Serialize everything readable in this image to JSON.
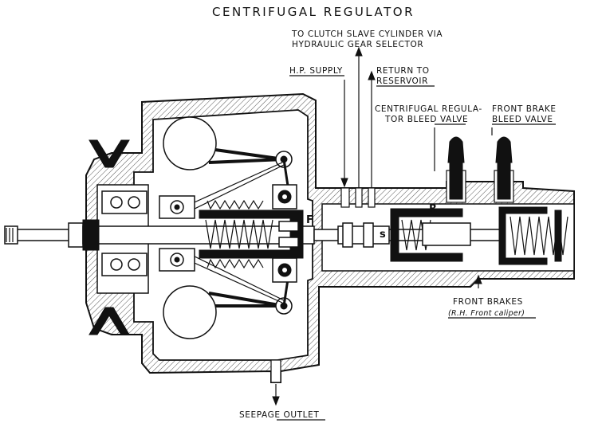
{
  "title": "CENTRIFUGAL REGULATOR",
  "labels": {
    "clutch_line1": "TO CLUTCH SLAVE CYLINDER VIA",
    "clutch_line2": "HYDRAULIC GEAR SELECTOR",
    "hp_supply": "H.P. SUPPLY",
    "return_line1": "RETURN TO",
    "return_line2": "RESERVOIR",
    "crb_line1": "CENTRIFUGAL REGULA-",
    "crb_line2": "TOR BLEED VALVE",
    "fbb_line1": "FRONT BRAKE",
    "fbb_line2": "BLEED VALVE",
    "front_brakes": "FRONT BRAKES",
    "rh_caliper": "(R.H. Front caliper)",
    "seepage_outlet": "SEEPAGE OUTLET",
    "letter_f": "F",
    "letter_r": "R",
    "letter_s": "s"
  }
}
